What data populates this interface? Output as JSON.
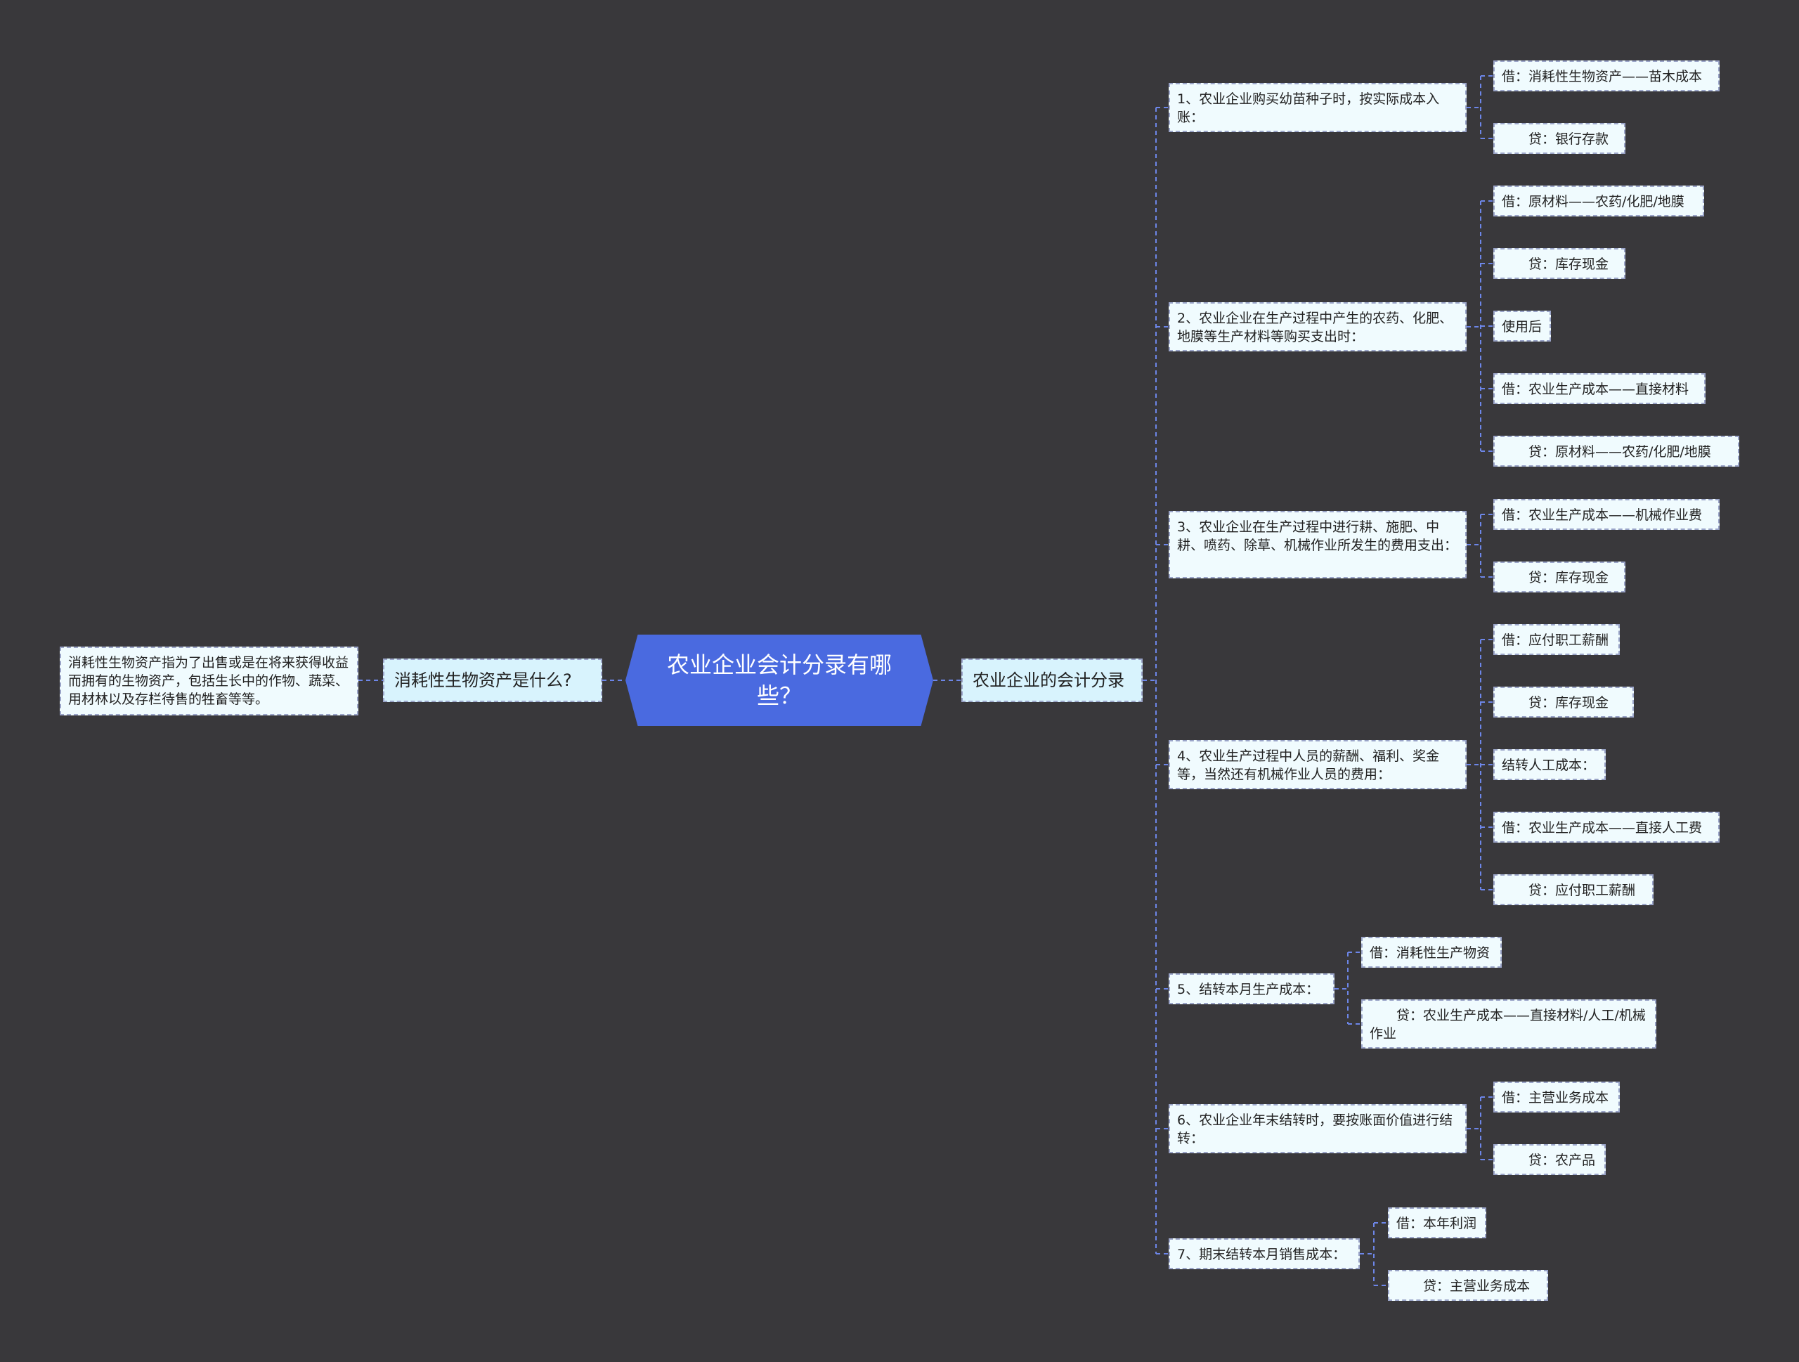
{
  "center": {
    "title": "农业企业会计分录有哪些？"
  },
  "left": {
    "topic": "消耗性生物资产是什么?",
    "detail": "消耗性生物资产指为了出售或是在将来获得收益而拥有的生物资产，包括生长中的作物、蔬菜、用材林以及存栏待售的牲畜等等。"
  },
  "right": {
    "topic": "农业企业的会计分录",
    "branches": [
      {
        "label": "1、农业企业购买幼苗种子时，按实际成本入账：",
        "items": [
          "借：消耗性生物资产——苗木成本",
          "　　贷：银行存款"
        ]
      },
      {
        "label": "2、农业企业在生产过程中产生的农药、化肥、地膜等生产材料等购买支出时：",
        "items": [
          "借：原材料——农药/化肥/地膜",
          "　　贷：库存现金",
          "使用后",
          "借：农业生产成本——直接材料",
          "　　贷：原材料——农药/化肥/地膜"
        ]
      },
      {
        "label": "3、农业企业在生产过程中进行耕、施肥、中耕、喷药、除草、机械作业所发生的费用支出：",
        "items": [
          "借：农业生产成本——机械作业费",
          "　　贷：库存现金"
        ]
      },
      {
        "label": "4、农业生产过程中人员的薪酬、福利、奖金等，当然还有机械作业人员的费用：",
        "items": [
          "借：应付职工薪酬",
          "　　贷：库存现金",
          "结转人工成本：",
          "借：农业生产成本——直接人工费",
          "　　贷：应付职工薪酬"
        ]
      },
      {
        "label": "5、结转本月生产成本：",
        "items": [
          "借：消耗性生产物资",
          "　　贷：农业生产成本——直接材料/人工/机械作业"
        ]
      },
      {
        "label": "6、农业企业年末结转时，要按账面价值进行结转：",
        "items": [
          "借：主营业务成本",
          "　　贷：农产品"
        ]
      },
      {
        "label": "7、期末结转本月销售成本：",
        "items": [
          "借：本年利润",
          "　　贷：主营业务成本"
        ]
      }
    ]
  },
  "colors": {
    "background": "#39383b",
    "center": "#4a6ae0",
    "node": "#f0fbfe",
    "topic": "#d8f3fd",
    "line": "#6d86e8"
  }
}
